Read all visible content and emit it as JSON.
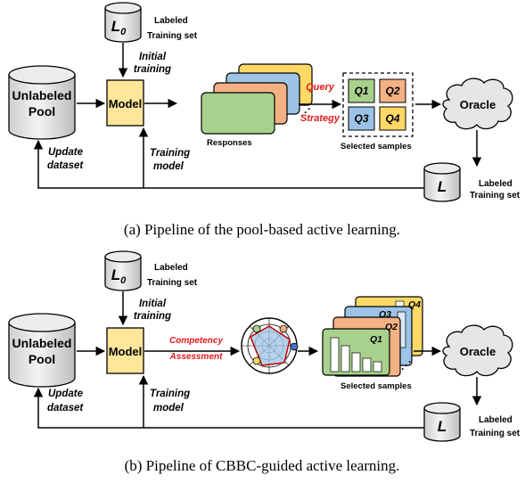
{
  "diagram_a": {
    "labeled_set_top": {
      "symbol_base": "L",
      "symbol_sub": "0",
      "line1": "Labeled",
      "line2": "Training set"
    },
    "unlabeled_pool": {
      "line1": "Unlabeled",
      "line2": "Pool"
    },
    "initial_training": {
      "line1": "Initial",
      "line2": "training"
    },
    "model": "Model",
    "responses": "Responses",
    "query_strategy": {
      "line1": "Query",
      "line2": "Strategy"
    },
    "quadrants": [
      {
        "base": "Q",
        "sub": "1",
        "color": "#a9d18e"
      },
      {
        "base": "Q",
        "sub": "2",
        "color": "#f4b183"
      },
      {
        "base": "Q",
        "sub": "3",
        "color": "#9dc3e6"
      },
      {
        "base": "Q",
        "sub": "4",
        "color": "#ffd966"
      }
    ],
    "selected_samples": "Selected samples",
    "oracle": "Oracle",
    "update_dataset": {
      "line1": "Update",
      "line2": "dataset"
    },
    "training_model": {
      "line1": "Training",
      "line2": "model"
    },
    "labeled_set_bottom": {
      "symbol": "L",
      "line1": "Labeled",
      "line2": "Training set"
    },
    "caption": "(a) Pipeline of the pool-based active learning."
  },
  "diagram_b": {
    "labeled_set_top": {
      "symbol_base": "L",
      "symbol_sub": "0",
      "line1": "Labeled",
      "line2": "Training set"
    },
    "unlabeled_pool": {
      "line1": "Unlabeled",
      "line2": "Pool"
    },
    "initial_training": {
      "line1": "Initial",
      "line2": "training"
    },
    "model": "Model",
    "competency_assessment": {
      "line1": "Competency",
      "line2": "Assessment"
    },
    "cards": [
      "Q4",
      "Q3",
      "Q2",
      "Q1"
    ],
    "selected_samples": "Selected samples",
    "oracle": "Oracle",
    "update_dataset": {
      "line1": "Update",
      "line2": "dataset"
    },
    "training_model": {
      "line1": "Training",
      "line2": "model"
    },
    "labeled_set_bottom": {
      "symbol": "L",
      "line1": "Labeled",
      "line2": "Training set"
    },
    "caption": "(b) Pipeline of CBBC-guided active learning."
  },
  "colors": {
    "green": "#a9d18e",
    "orange": "#f4b183",
    "blue": "#9dc3e6",
    "yellow": "#ffd966",
    "model": "#ffe699",
    "cylinder": "#e6e6e6",
    "accent_red": "#e31a1c"
  }
}
